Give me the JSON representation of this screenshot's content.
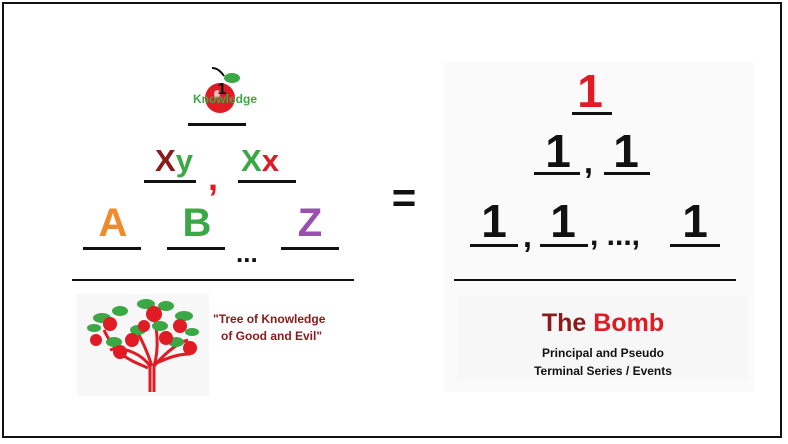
{
  "left": {
    "apex_label": "Knowledge",
    "apex_digit": "1",
    "xy": {
      "x": "X",
      "y": "y"
    },
    "xx": {
      "x": "X",
      "y": "x"
    },
    "comma": ",",
    "letters": [
      "A",
      "B",
      "Z"
    ],
    "ellipsis": "...",
    "quote_line1": "\"Tree of Knowledge",
    "quote_line2": "of Good and Evil\""
  },
  "equals": "=",
  "right": {
    "top_one": "1",
    "row2": [
      "1",
      ",",
      "1"
    ],
    "row3": [
      "1",
      ",",
      "1",
      ", ..., ",
      "1"
    ],
    "bomb_the": "The",
    "bomb_word": "Bomb",
    "subtitle1": "Principal and Pseudo",
    "subtitle2": "Terminal Series / Events"
  },
  "colors": {
    "dark_red": "#8b1a1a",
    "red": "#e01b24",
    "green": "#3aa845",
    "orange": "#f08a2a",
    "purple": "#9b4fb0"
  }
}
